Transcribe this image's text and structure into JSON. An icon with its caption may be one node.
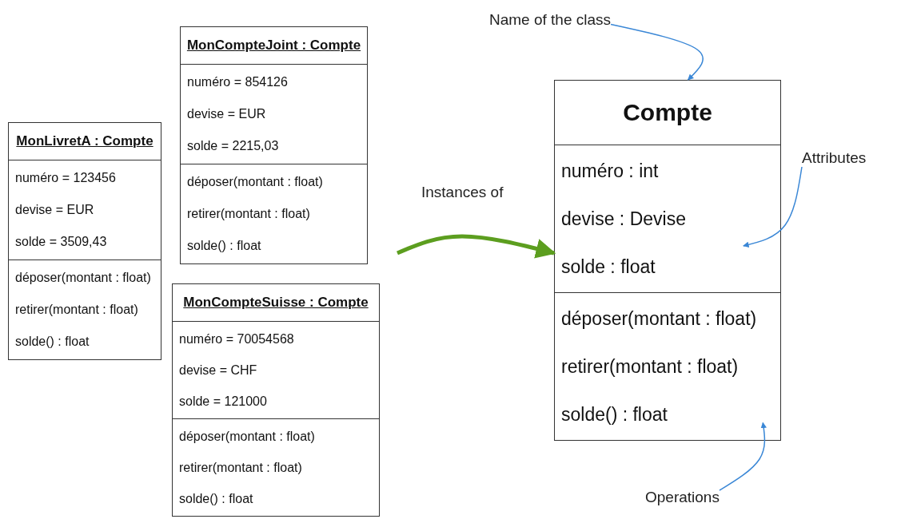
{
  "diagram": {
    "nodes": [
      {
        "text": [
          "MonLivretA : Compte",
          "numéro = 123456",
          "devise = EUR",
          "solde = 3509,43",
          "déposer(montant : float)",
          "retirer(montant : float)",
          "solde() : float"
        ]
      },
      {
        "text": [
          "MonCompteJoint : Compte",
          "numéro = 854126",
          "devise = EUR",
          "solde = 2215,03",
          "déposer(montant : float)",
          "retirer(montant : float)",
          "solde() : float"
        ]
      },
      {
        "text": [
          "MonCompteSuisse : Compte",
          "numéro = 70054568",
          "devise = CHF",
          "solde = 121000",
          "déposer(montant : float)",
          "retirer(montant : float)",
          "solde() : float"
        ]
      },
      {
        "text": [
          "Compte",
          "numéro : int",
          "devise : Devise",
          "solde : float",
          "déposer(montant : float)",
          "retirer(montant : float)",
          "solde() : float"
        ]
      },
      {
        "text": [
          "Name of the class"
        ]
      },
      {
        "text": [
          "Attributes"
        ]
      },
      {
        "text": [
          "Operations"
        ]
      }
    ],
    "edges": [
      {
        "from": null,
        "to": 3,
        "arrow": "to",
        "label": "Instances of",
        "style": "thick",
        "color": "#5c9e1f"
      },
      {
        "from": 4,
        "to": 3,
        "arrow": "to"
      },
      {
        "from": 5,
        "to": 3,
        "arrow": "to"
      },
      {
        "from": 6,
        "to": 3,
        "arrow": "to"
      }
    ]
  }
}
